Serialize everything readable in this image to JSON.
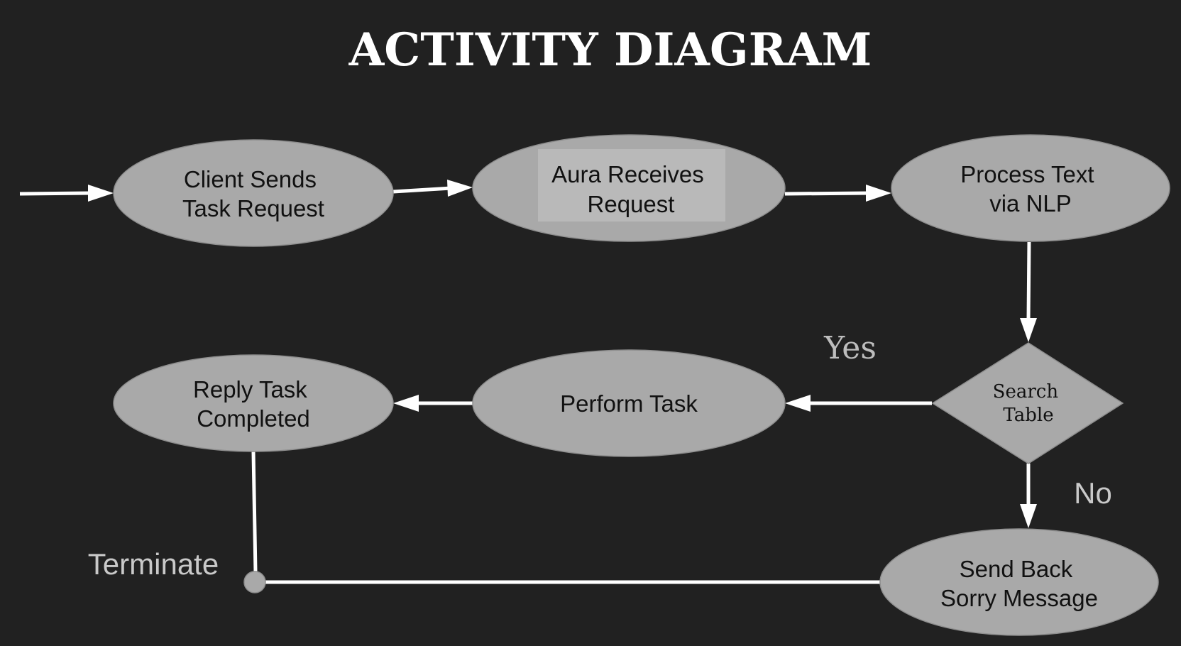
{
  "title": "ACTIVITY DIAGRAM",
  "nodes": {
    "client_sends": [
      "Client Sends",
      "Task Request"
    ],
    "aura_receives": [
      "Aura Receives",
      "Request"
    ],
    "process_text": [
      "Process Text",
      "via NLP"
    ],
    "search_table": [
      "Search",
      "Table"
    ],
    "perform_task": [
      "Perform Task"
    ],
    "reply_task": [
      "Reply Task",
      "Completed"
    ],
    "send_back": [
      "Send Back",
      "Sorry Message"
    ]
  },
  "labels": {
    "yes": "Yes",
    "no": "No",
    "terminate": "Terminate"
  },
  "colors": {
    "background": "#212121",
    "node_fill": "#a9a9a9",
    "highlight_box": "#b9b9b9",
    "arrow": "#ffffff"
  }
}
